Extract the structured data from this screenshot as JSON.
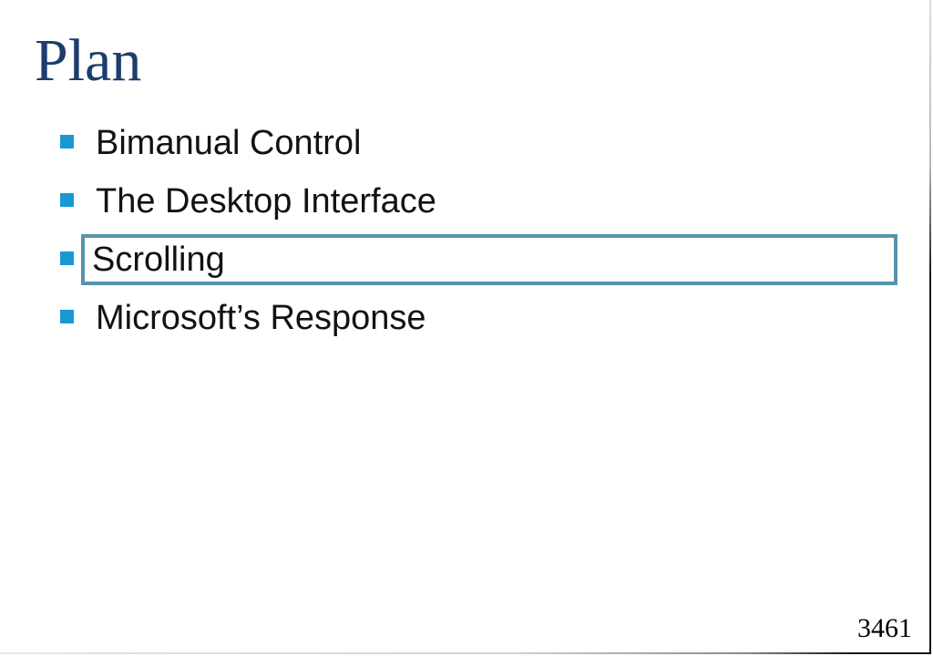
{
  "slide": {
    "title": "Plan",
    "bullets": [
      {
        "label": "Bimanual Control",
        "highlighted": false
      },
      {
        "label": "The Desktop Interface",
        "highlighted": false
      },
      {
        "label": "Scrolling",
        "highlighted": true
      },
      {
        "label": "Microsoft’s Response",
        "highlighted": false
      }
    ],
    "page_number": "3461"
  },
  "colors": {
    "title_text": "#1e3d6e",
    "bullet_marker": "#1899d5",
    "highlight_border": "#5793ad",
    "body_text": "#121212",
    "background": "#ffffff"
  }
}
